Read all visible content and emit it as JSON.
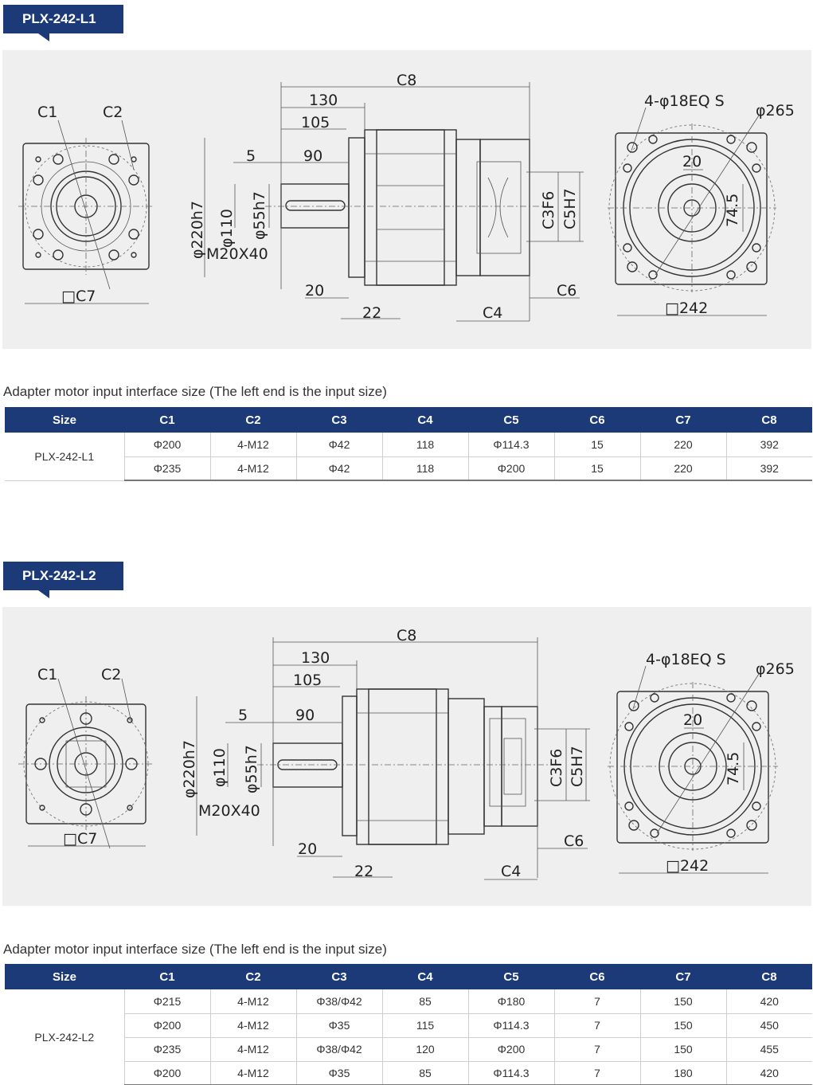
{
  "section1": {
    "badge": "PLX-242-L1",
    "drawing": {
      "front_left": {
        "c1": "C1",
        "c2": "C2",
        "c7": "□C7"
      },
      "side": {
        "c8": "C8",
        "d130": "130",
        "d105": "105",
        "d5": "5",
        "d90": "90",
        "d220": "φ220h7",
        "d110": "φ110",
        "d55": "φ55h7",
        "m20": "M20X40",
        "d20": "20",
        "d22": "22",
        "c4": "C4",
        "c6": "C6",
        "c3": "C3F6",
        "c5": "C5H7"
      },
      "front_right": {
        "holes": "4-φ18EQ S",
        "pcd": "φ265",
        "key": "20",
        "h": "74.5",
        "sq": "□242"
      }
    },
    "caption": "Adapter motor input interface size (The left end is the input size)",
    "table": {
      "headers": [
        "Size",
        "C1",
        "C2",
        "C3",
        "C4",
        "C5",
        "C6",
        "C7",
        "C8"
      ],
      "model": "PLX-242-L1",
      "rows": [
        [
          "Φ200",
          "4-M12",
          "Φ42",
          "118",
          "Φ114.3",
          "15",
          "220",
          "392"
        ],
        [
          "Φ235",
          "4-M12",
          "Φ42",
          "118",
          "Φ200",
          "15",
          "220",
          "392"
        ]
      ]
    }
  },
  "section2": {
    "badge": "PLX-242-L2",
    "drawing": {
      "front_left": {
        "c1": "C1",
        "c2": "C2",
        "c7": "□C7"
      },
      "side": {
        "c8": "C8",
        "d130": "130",
        "d105": "105",
        "d5": "5",
        "d90": "90",
        "d220": "φ220h7",
        "d110": "φ110",
        "d55": "φ55h7",
        "m20": "M20X40",
        "d20": "20",
        "d22": "22",
        "c4": "C4",
        "c6": "C6",
        "c3": "C3F6",
        "c5": "C5H7"
      },
      "front_right": {
        "holes": "4-φ18EQ S",
        "pcd": "φ265",
        "key": "20",
        "h": "74.5",
        "sq": "□242"
      }
    },
    "caption": "Adapter motor input interface size (The left end is the input size)",
    "table": {
      "headers": [
        "Size",
        "C1",
        "C2",
        "C3",
        "C4",
        "C5",
        "C6",
        "C7",
        "C8"
      ],
      "model": "PLX-242-L2",
      "rows": [
        [
          "Φ215",
          "4-M12",
          "Φ38/Φ42",
          "85",
          "Φ180",
          "7",
          "150",
          "420"
        ],
        [
          "Φ200",
          "4-M12",
          "Φ35",
          "115",
          "Φ114.3",
          "7",
          "150",
          "450"
        ],
        [
          "Φ235",
          "4-M12",
          "Φ38/Φ42",
          "120",
          "Φ200",
          "7",
          "150",
          "455"
        ],
        [
          "Φ200",
          "4-M12",
          "Φ35",
          "85",
          "Φ114.3",
          "7",
          "180",
          "420"
        ]
      ]
    }
  }
}
